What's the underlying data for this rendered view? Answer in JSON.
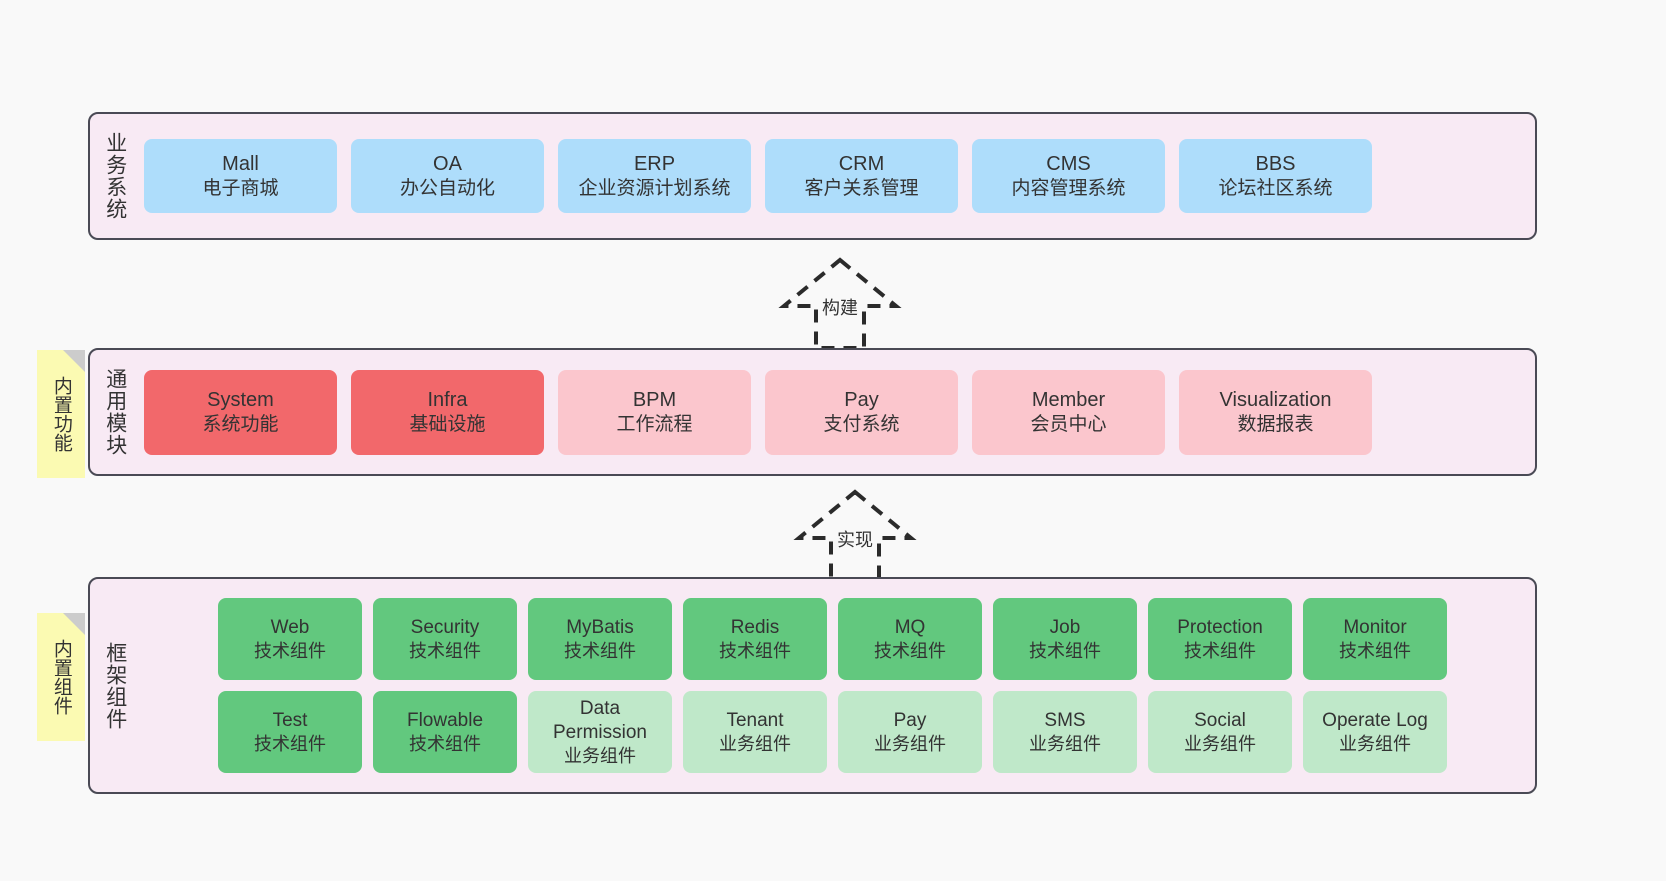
{
  "canvas": {
    "background": "#f9f9f9",
    "layer_fill": "#f8eaf4",
    "layer_border": "#4a4a55",
    "note_fill": "#fbfab2",
    "note_fold": "#cccccc"
  },
  "notes": [
    {
      "name": "built-in-functions",
      "label": "内置功能"
    },
    {
      "name": "built-in-components",
      "label": "内置组件"
    }
  ],
  "connectors": [
    {
      "name": "build",
      "label": "构建",
      "style": "dashed-hollow-arrow-up"
    },
    {
      "name": "implement",
      "label": "实现",
      "style": "dashed-hollow-arrow-up"
    }
  ],
  "layers": [
    {
      "id": "business",
      "label": "业务系统",
      "color": "#aeddfb",
      "cards": [
        {
          "name": "mall",
          "title": "Mall",
          "subtitle": "电子商城",
          "color": "#aeddfb"
        },
        {
          "name": "oa",
          "title": "OA",
          "subtitle": "办公自动化",
          "color": "#aeddfb"
        },
        {
          "name": "erp",
          "title": "ERP",
          "subtitle": "企业资源计划系统",
          "color": "#aeddfb"
        },
        {
          "name": "crm",
          "title": "CRM",
          "subtitle": "客户关系管理",
          "color": "#aeddfb"
        },
        {
          "name": "cms",
          "title": "CMS",
          "subtitle": "内容管理系统",
          "color": "#aeddfb"
        },
        {
          "name": "bbs",
          "title": "BBS",
          "subtitle": "论坛社区系统",
          "color": "#aeddfb"
        }
      ]
    },
    {
      "id": "modules",
      "label": "通用模块",
      "cards": [
        {
          "name": "system",
          "title": "System",
          "subtitle": "系统功能",
          "color": "#f2686b"
        },
        {
          "name": "infra",
          "title": "Infra",
          "subtitle": "基础设施",
          "color": "#f2686b"
        },
        {
          "name": "bpm",
          "title": "BPM",
          "subtitle": "工作流程",
          "color": "#fbc6cd"
        },
        {
          "name": "pay",
          "title": "Pay",
          "subtitle": "支付系统",
          "color": "#fbc6cd"
        },
        {
          "name": "member",
          "title": "Member",
          "subtitle": "会员中心",
          "color": "#fbc6cd"
        },
        {
          "name": "visualization",
          "title": "Visualization",
          "subtitle": "数据报表",
          "color": "#fbc6cd"
        }
      ]
    },
    {
      "id": "framework",
      "label": "框架组件",
      "rows": [
        [
          {
            "name": "web",
            "title": "Web",
            "subtitle": "技术组件",
            "color": "#62c87e"
          },
          {
            "name": "security",
            "title": "Security",
            "subtitle": "技术组件",
            "color": "#62c87e"
          },
          {
            "name": "mybatis",
            "title": "MyBatis",
            "subtitle": "技术组件",
            "color": "#62c87e"
          },
          {
            "name": "redis",
            "title": "Redis",
            "subtitle": "技术组件",
            "color": "#62c87e"
          },
          {
            "name": "mq",
            "title": "MQ",
            "subtitle": "技术组件",
            "color": "#62c87e"
          },
          {
            "name": "job",
            "title": "Job",
            "subtitle": "技术组件",
            "color": "#62c87e"
          },
          {
            "name": "protection",
            "title": "Protection",
            "subtitle": "技术组件",
            "color": "#62c87e"
          },
          {
            "name": "monitor",
            "title": "Monitor",
            "subtitle": "技术组件",
            "color": "#62c87e"
          }
        ],
        [
          {
            "name": "test",
            "title": "Test",
            "subtitle": "技术组件",
            "color": "#62c87e"
          },
          {
            "name": "flowable",
            "title": "Flowable",
            "subtitle": "技术组件",
            "color": "#62c87e"
          },
          {
            "name": "data-permission",
            "title": "Data Permission",
            "subtitle": "业务组件",
            "color": "#bfe8c9"
          },
          {
            "name": "tenant",
            "title": "Tenant",
            "subtitle": "业务组件",
            "color": "#bfe8c9"
          },
          {
            "name": "pay-component",
            "title": "Pay",
            "subtitle": "业务组件",
            "color": "#bfe8c9"
          },
          {
            "name": "sms",
            "title": "SMS",
            "subtitle": "业务组件",
            "color": "#bfe8c9"
          },
          {
            "name": "social",
            "title": "Social",
            "subtitle": "业务组件",
            "color": "#bfe8c9"
          },
          {
            "name": "operate-log",
            "title": "Operate Log",
            "subtitle": "业务组件",
            "color": "#bfe8c9"
          }
        ]
      ]
    }
  ]
}
